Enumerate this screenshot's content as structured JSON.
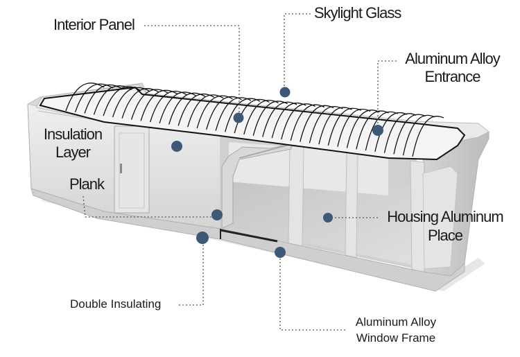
{
  "labels": {
    "interior_panel": "Interior Panel",
    "skylight_glass": "Skylight Glass",
    "aluminum_alloy_entrance_line1": "Aluminum Alloy",
    "aluminum_alloy_entrance_line2": "Entrance",
    "insulation_layer_line1": "Insulation",
    "insulation_layer_line2": "Layer",
    "plank": "Plank",
    "housing_aluminum_place_line1": "Housing Aluminum",
    "housing_aluminum_place_line2": "Place",
    "double_insulating": "Double Insulating",
    "window_frame_line1": "Aluminum Alloy",
    "window_frame_line2": "Window Frame"
  },
  "colors": {
    "marker": "#3e5878",
    "leader_line": "#555555",
    "body": "#dedede",
    "roof_ribs": "#111111"
  }
}
